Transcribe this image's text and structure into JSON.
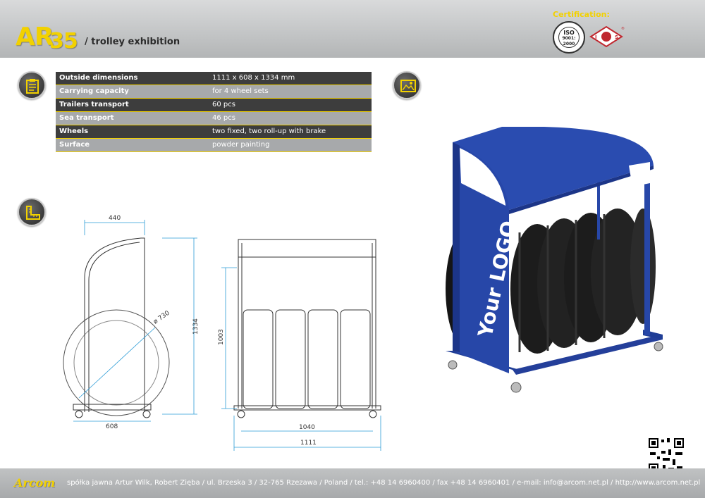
{
  "header": {
    "title_letters": "AR",
    "title_number": "35",
    "subtitle": "/ trolley exhibition",
    "certification_label": "Certification:",
    "iso_badge_lines": [
      "ISO",
      "9001:",
      "2000"
    ],
    "ios_badge_text": "I  S"
  },
  "specs": {
    "rows": [
      {
        "label": "Outside dimensions",
        "value": "1111 x 608 x 1334 mm"
      },
      {
        "label": "Carrying capacity",
        "value": "for 4 wheel sets"
      },
      {
        "label": "Trailers transport",
        "value": "60 pcs"
      },
      {
        "label": "Sea transport",
        "value": "46 pcs"
      },
      {
        "label": "Wheels",
        "value": "two fixed, two roll-up with brake"
      },
      {
        "label": "Surface",
        "value": "powder painting"
      }
    ]
  },
  "icons": {
    "specs": "clipboard-icon",
    "photo": "image-icon",
    "dimensions": "ruler-icon"
  },
  "drawing": {
    "side_width": "440",
    "side_depth": "608",
    "tire_diameter": "ø 730",
    "height": "1334",
    "front_inner_height": "1003",
    "front_inner_width": "1040",
    "front_width": "1111"
  },
  "render": {
    "logo_text": "Your LOGO"
  },
  "colors": {
    "accent": "#f2d100",
    "trolley_blue": "#2747a8",
    "dark_row": "#3d3d3d",
    "light_row": "#a7a9ab"
  },
  "footer": {
    "brand": "Arcom",
    "contact": "spółka jawna Artur Wilk, Robert Zięba / ul. Brzeska 3 / 32-765 Rzezawa / Poland / tel.: +48 14 6960400 / fax +48 14 6960401 / e-mail: info@arcom.net.pl / http://www.arcom.net.pl"
  }
}
